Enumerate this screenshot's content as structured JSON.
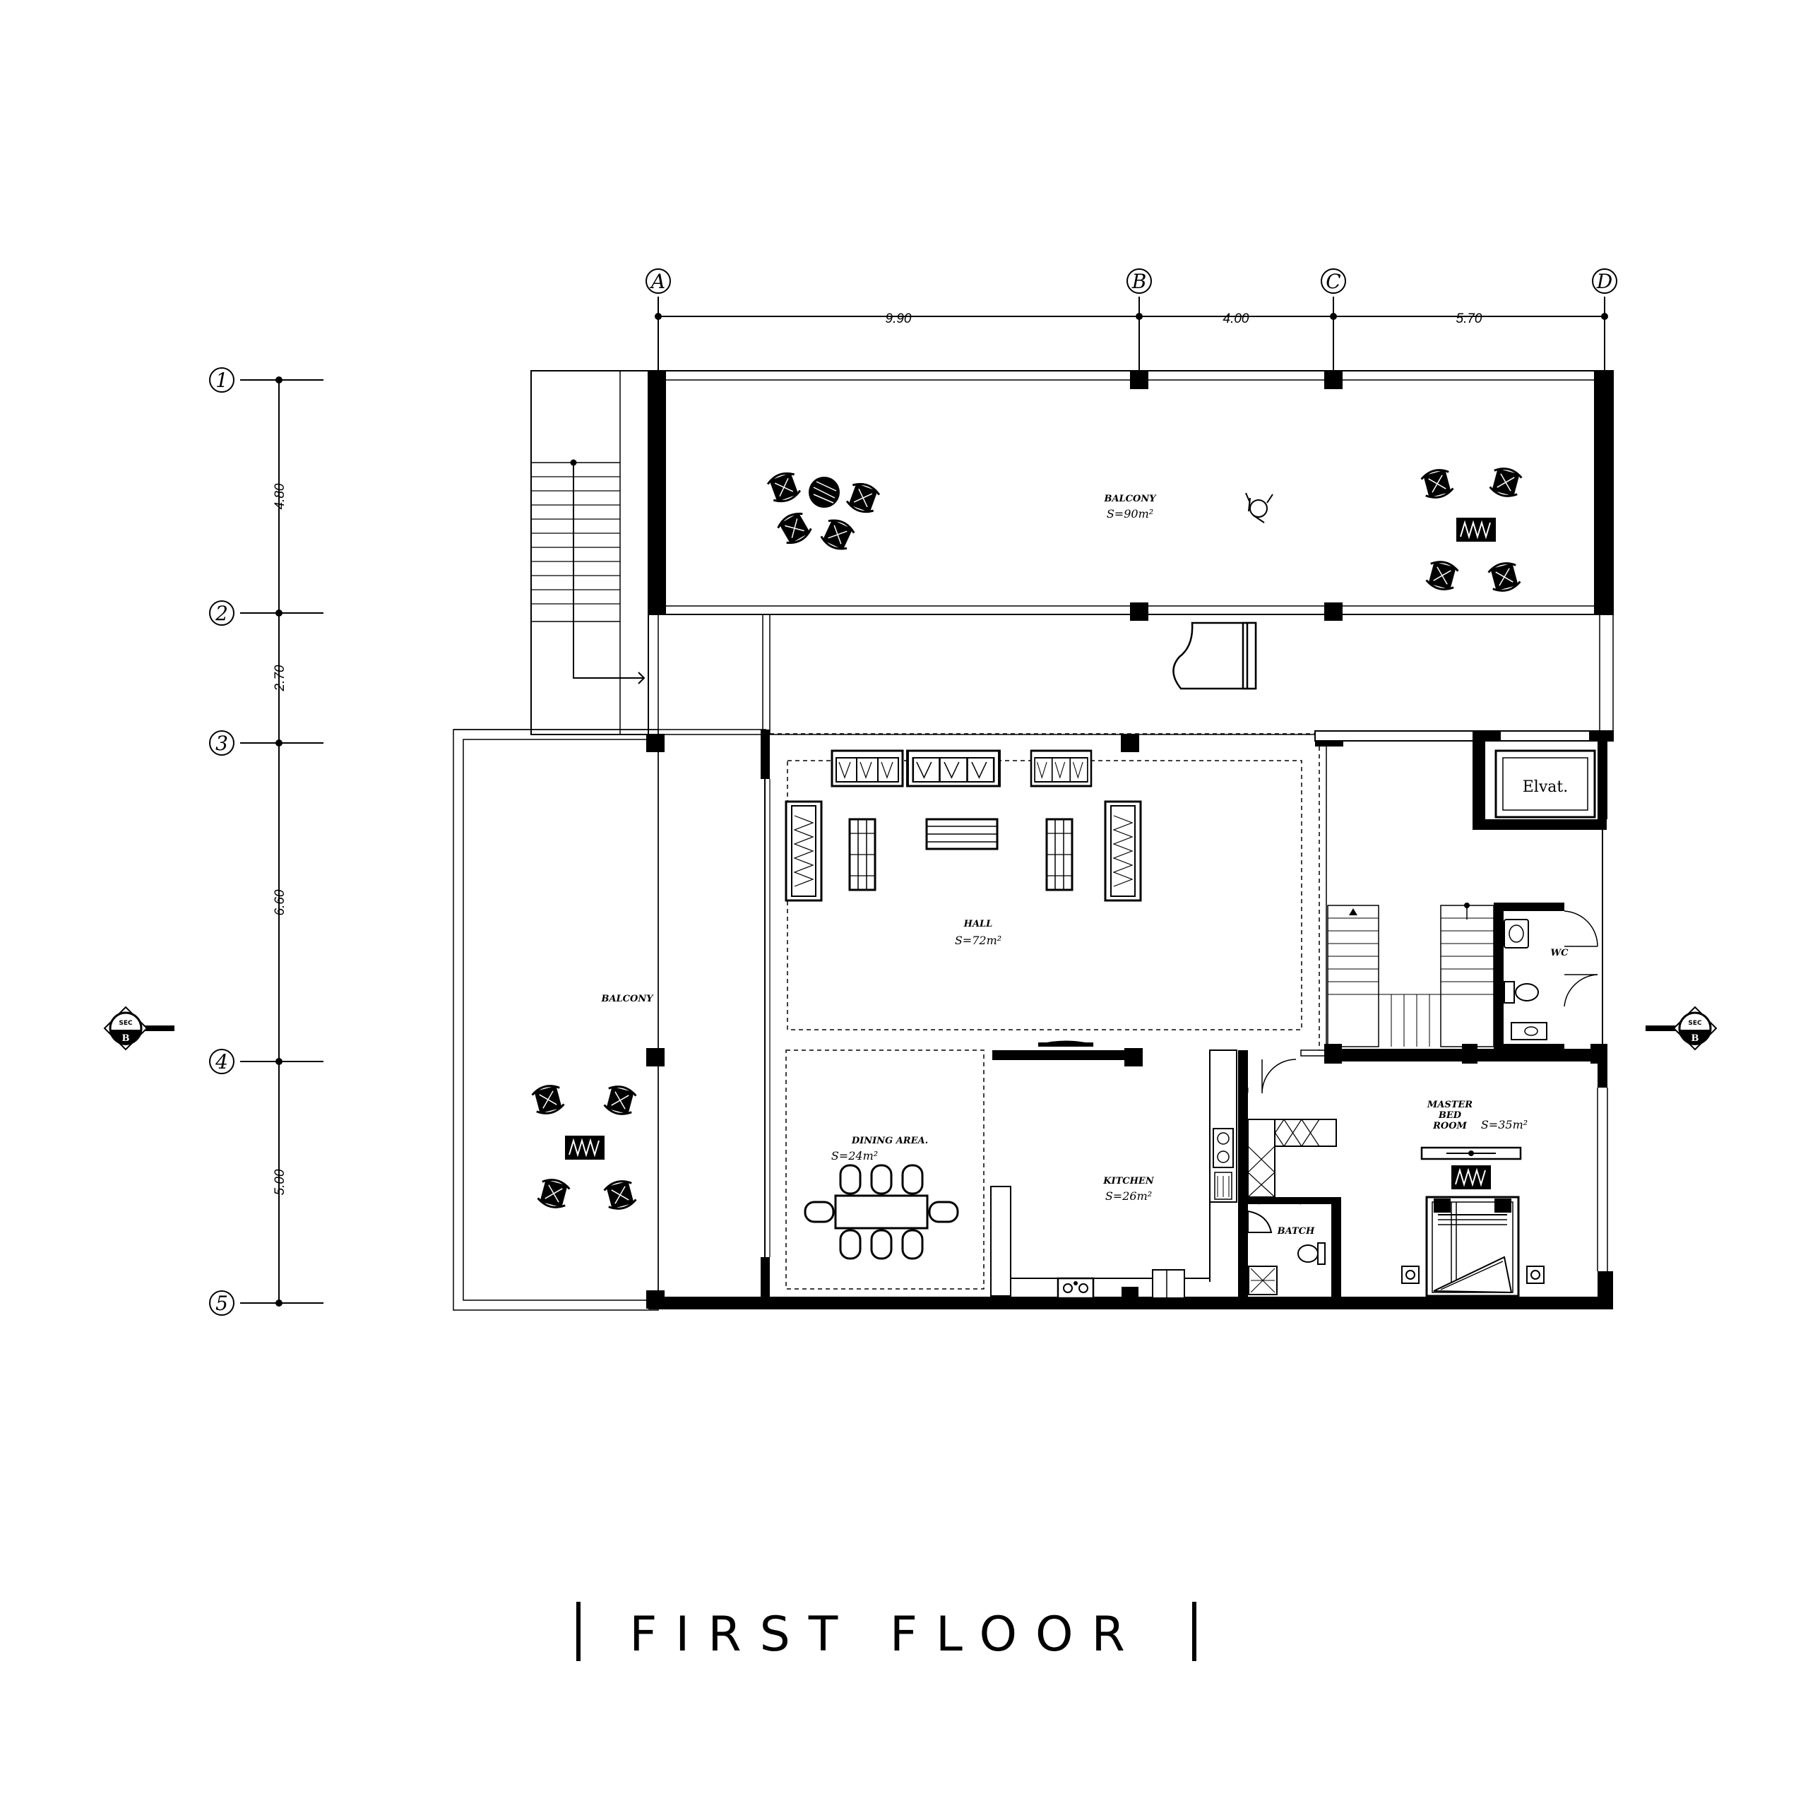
{
  "title": "FIRST FLOOR",
  "grid_columns": [
    {
      "label": "A"
    },
    {
      "label": "B"
    },
    {
      "label": "C"
    },
    {
      "label": "D"
    }
  ],
  "grid_rows": [
    {
      "label": "1"
    },
    {
      "label": "2"
    },
    {
      "label": "3"
    },
    {
      "label": "4"
    },
    {
      "label": "5"
    }
  ],
  "column_dimensions": [
    "9.90",
    "4.00",
    "5.70"
  ],
  "row_dimensions": [
    "4.80",
    "2.70",
    "6.60",
    "5.00"
  ],
  "section_marker": {
    "top": "SEC",
    "bottom": "B"
  },
  "rooms": {
    "balcony_top": {
      "name": "BALCONY",
      "area": "S=90m²"
    },
    "balcony_left": {
      "name": "BALCONY"
    },
    "hall": {
      "name": "HALL",
      "area": "S=72m²"
    },
    "dining": {
      "name": "DINING    AREA.",
      "area": "S=24m²"
    },
    "kitchen": {
      "name": "KITCHEN",
      "area": "S=26m²"
    },
    "batch": {
      "name": "BATCH"
    },
    "wc": {
      "name": "WC"
    },
    "elevator": {
      "name": "Elvat."
    },
    "master": {
      "line1": "MASTER",
      "line2": "BED",
      "line3": "ROOM",
      "area": "S=35m²"
    }
  }
}
